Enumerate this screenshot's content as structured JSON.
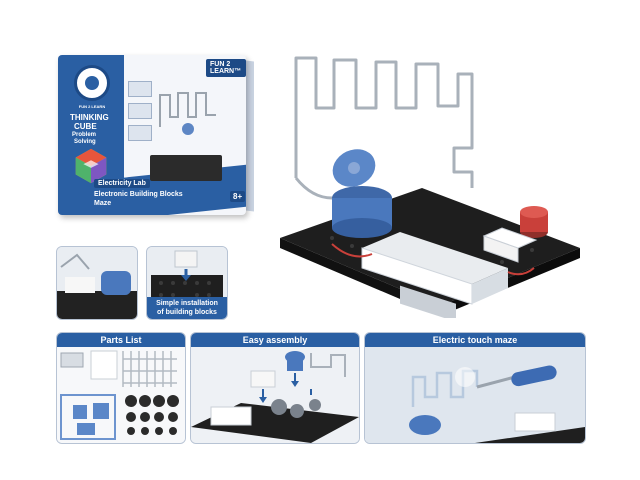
{
  "box": {
    "logo_text": "FUN 2 LEARN",
    "brand": "FUN 2 LEARN™",
    "line1": "THINKING",
    "line2": "CUBE",
    "skill1": "Problem",
    "skill2": "Solving",
    "badge": "Electricity Lab",
    "title1": "Electronic  Building Blocks",
    "title2": "Maze",
    "age": "8+"
  },
  "feature_cards": [
    {
      "caption": ""
    },
    {
      "caption_line1": "Simple installation",
      "caption_line2": "of building blocks"
    }
  ],
  "panels": [
    {
      "title": "Parts List"
    },
    {
      "title": "Easy assembly"
    },
    {
      "title": "Electric touch maze"
    }
  ],
  "colors": {
    "brand_blue": "#2a5fa3",
    "dark_blue": "#1d4a86",
    "board_black": "#2b2b2b",
    "accent_red": "#c9403a"
  }
}
